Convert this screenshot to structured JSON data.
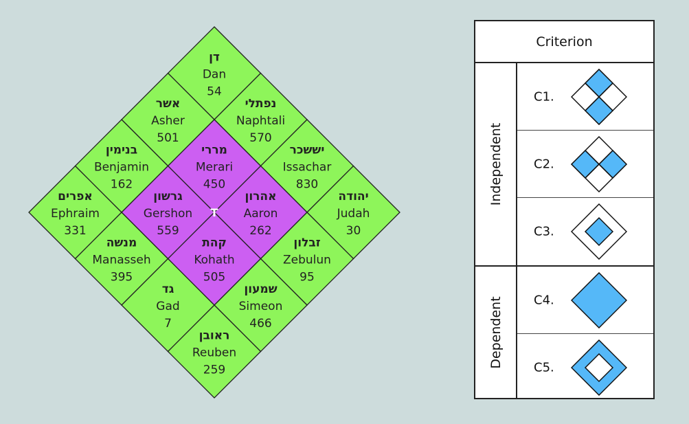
{
  "colors": {
    "background": "#cddcdc",
    "tribe_fill": "#8ef55a",
    "levite_fill": "#cc5ff2",
    "legend_fill": "#55b8f8",
    "stroke": "#222222"
  },
  "grid": {
    "center_marker": "T",
    "cells": [
      {
        "row": 0,
        "col": 0,
        "hebrew": "דן",
        "name": "Dan",
        "count": "54",
        "group": "tribe"
      },
      {
        "row": 0,
        "col": 1,
        "hebrew": "נפתלי",
        "name": "Naphtali",
        "count": "570",
        "group": "tribe"
      },
      {
        "row": 0,
        "col": 2,
        "hebrew": "יששכר",
        "name": "Issachar",
        "count": "830",
        "group": "tribe"
      },
      {
        "row": 0,
        "col": 3,
        "hebrew": "יהודה",
        "name": "Judah",
        "count": "30",
        "group": "tribe"
      },
      {
        "row": 1,
        "col": 0,
        "hebrew": "אשר",
        "name": "Asher",
        "count": "501",
        "group": "tribe"
      },
      {
        "row": 1,
        "col": 1,
        "hebrew": "מררי",
        "name": "Merari",
        "count": "450",
        "group": "levite"
      },
      {
        "row": 1,
        "col": 2,
        "hebrew": "אהרון",
        "name": "Aaron",
        "count": "262",
        "group": "levite"
      },
      {
        "row": 1,
        "col": 3,
        "hebrew": "זבלון",
        "name": "Zebulun",
        "count": "95",
        "group": "tribe"
      },
      {
        "row": 2,
        "col": 0,
        "hebrew": "בנימין",
        "name": "Benjamin",
        "count": "162",
        "group": "tribe"
      },
      {
        "row": 2,
        "col": 1,
        "hebrew": "גרשון",
        "name": "Gershon",
        "count": "559",
        "group": "levite"
      },
      {
        "row": 2,
        "col": 2,
        "hebrew": "קהת",
        "name": "Kohath",
        "count": "505",
        "group": "levite"
      },
      {
        "row": 2,
        "col": 3,
        "hebrew": "שמעון",
        "name": "Simeon",
        "count": "466",
        "group": "tribe"
      },
      {
        "row": 3,
        "col": 0,
        "hebrew": "אפרים",
        "name": "Ephraim",
        "count": "331",
        "group": "tribe"
      },
      {
        "row": 3,
        "col": 1,
        "hebrew": "מנשה",
        "name": "Manasseh",
        "count": "395",
        "group": "tribe"
      },
      {
        "row": 3,
        "col": 2,
        "hebrew": "גד",
        "name": "Gad",
        "count": "7",
        "group": "tribe"
      },
      {
        "row": 3,
        "col": 3,
        "hebrew": "ראובן",
        "name": "Reuben",
        "count": "259",
        "group": "tribe"
      }
    ]
  },
  "legend": {
    "header": "Criterion",
    "groups": [
      {
        "label": "Independent",
        "criteria": [
          {
            "label": "C1.",
            "icon": "top-bottom-filled-diamond-icon"
          },
          {
            "label": "C2.",
            "icon": "left-right-filled-diamond-icon"
          },
          {
            "label": "C3.",
            "icon": "center-filled-diamond-icon"
          }
        ]
      },
      {
        "label": "Dependent",
        "criteria": [
          {
            "label": "C4.",
            "icon": "full-filled-diamond-icon"
          },
          {
            "label": "C5.",
            "icon": "ring-filled-diamond-icon"
          }
        ]
      }
    ]
  }
}
